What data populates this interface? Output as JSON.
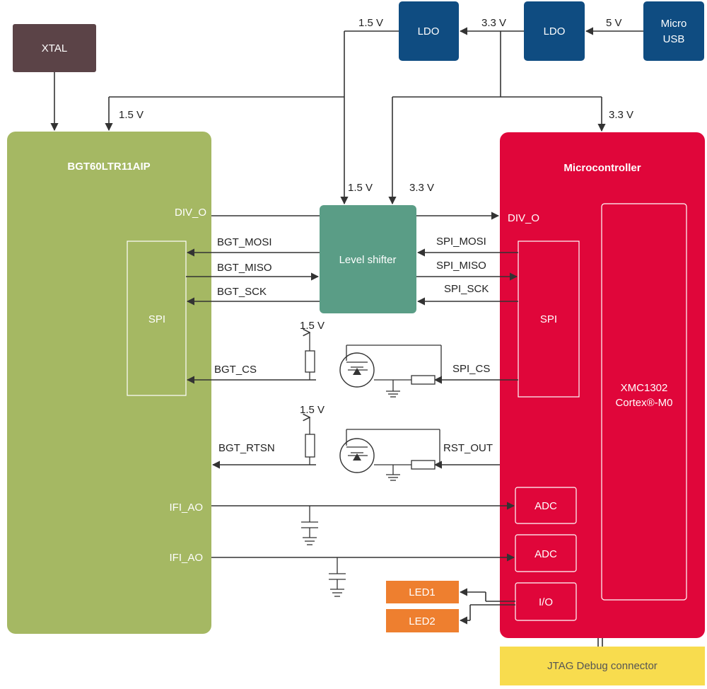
{
  "blocks": {
    "xtal": "XTAL",
    "ldo1": "LDO",
    "ldo2": "LDO",
    "usb_line1": "Micro",
    "usb_line2": "USB",
    "radar": "BGT60LTR11AIP",
    "mcu": "Microcontroller",
    "level_shifter": "Level shifter",
    "radar_spi": "SPI",
    "mcu_spi": "SPI",
    "mcu_core_line1": "XMC1302",
    "mcu_core_line2": "Cortex®-M0",
    "adc1": "ADC",
    "adc2": "ADC",
    "io": "I/O",
    "led1": "LED1",
    "led2": "LED2",
    "jtag": "JTAG Debug connector"
  },
  "voltages": {
    "v5": "5 V",
    "v33_top": "3.3 V",
    "v15_top": "1.5 V",
    "v15_radar": "1.5 V",
    "v33_mcu": "3.3 V",
    "v15_shifter": "1.5 V",
    "v33_shifter": "3.3 V",
    "v15_cs": "1.5 V",
    "v15_rst": "1.5 V"
  },
  "signals": {
    "div_o_radar": "DIV_O",
    "div_o_mcu": "DIV_O",
    "bgt_mosi": "BGT_MOSI",
    "bgt_miso": "BGT_MISO",
    "bgt_sck": "BGT_SCK",
    "spi_mosi": "SPI_MOSI",
    "spi_miso": "SPI_MISO",
    "spi_sck": "SPI_SCK",
    "bgt_cs": "BGT_CS",
    "spi_cs": "SPI_CS",
    "bgt_rtsn": "BGT_RTSN",
    "rst_out": "RST_OUT",
    "ifi_ao_1": "IFI_AO",
    "ifi_ao_2": "IFI_AO"
  },
  "colors": {
    "xtal": "#5b4347",
    "ldo": "#0f4c81",
    "radar": "#a5b863",
    "mcu": "#e0063a",
    "level_shifter": "#5a9d86",
    "led": "#ee7f2f",
    "jtag": "#f8dc4e"
  }
}
